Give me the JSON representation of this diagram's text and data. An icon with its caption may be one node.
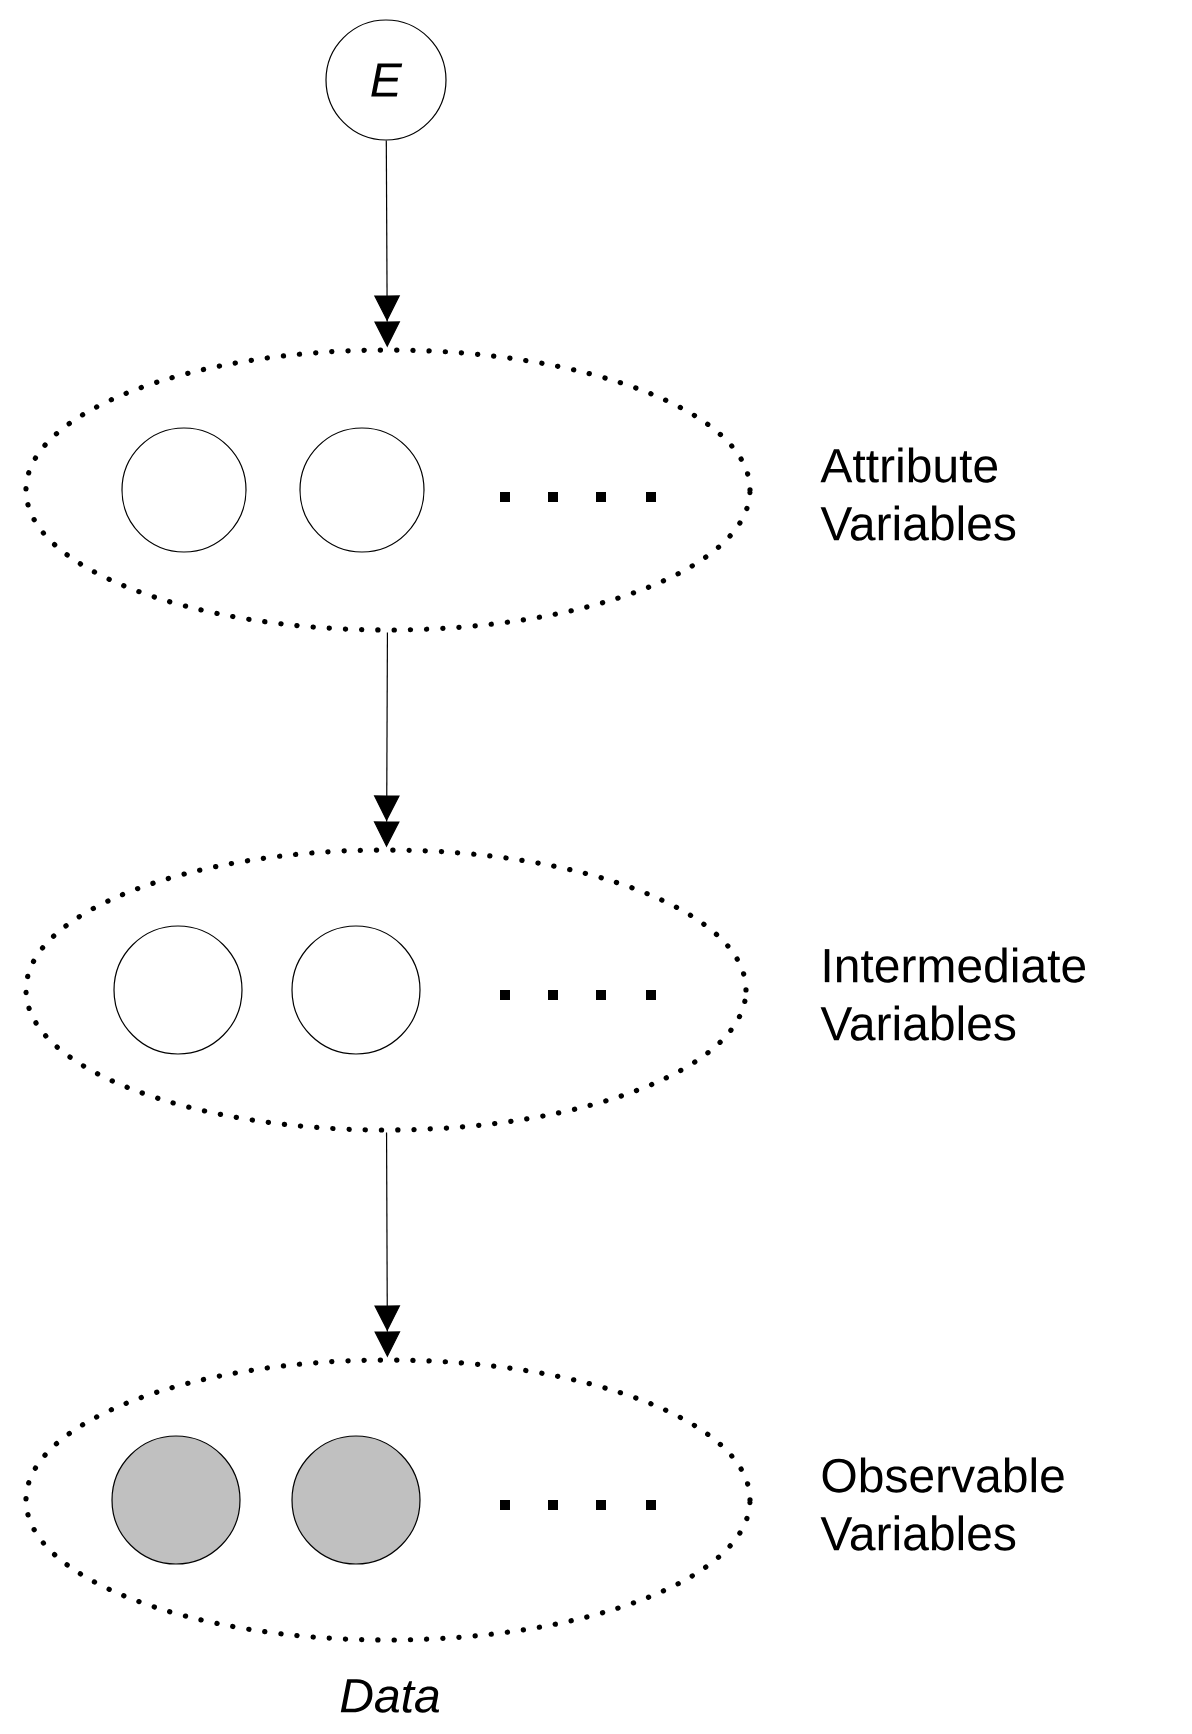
{
  "diagram": {
    "nodes": [
      {
        "text": [
          "*E*"
        ]
      },
      {
        "text": [],
        "shape": "ellipse",
        "beside": [
          "Attribute Variables"
        ]
      },
      {
        "text": [],
        "shape": "circle",
        "in": 1
      },
      {
        "text": [],
        "shape": "circle",
        "in": 1
      },
      {
        "text": [],
        "shape": "ellipse",
        "beside": [
          "Intermediate Variables"
        ]
      },
      {
        "text": [],
        "shape": "circle",
        "in": 4
      },
      {
        "text": [],
        "shape": "circle",
        "in": 4
      },
      {
        "text": [],
        "shape": "ellipse",
        "beside": [
          "Observable Variables",
          "*Data*"
        ]
      },
      {
        "text": [],
        "shape": "circle",
        "in": 7
      },
      {
        "text": [],
        "shape": "circle",
        "in": 7
      }
    ],
    "edges": [
      {
        "from": 0,
        "to": 1,
        "arrow": "to"
      },
      {
        "from": 1,
        "to": 4,
        "arrow": "to"
      },
      {
        "from": 4,
        "to": 7,
        "arrow": "to"
      }
    ]
  }
}
